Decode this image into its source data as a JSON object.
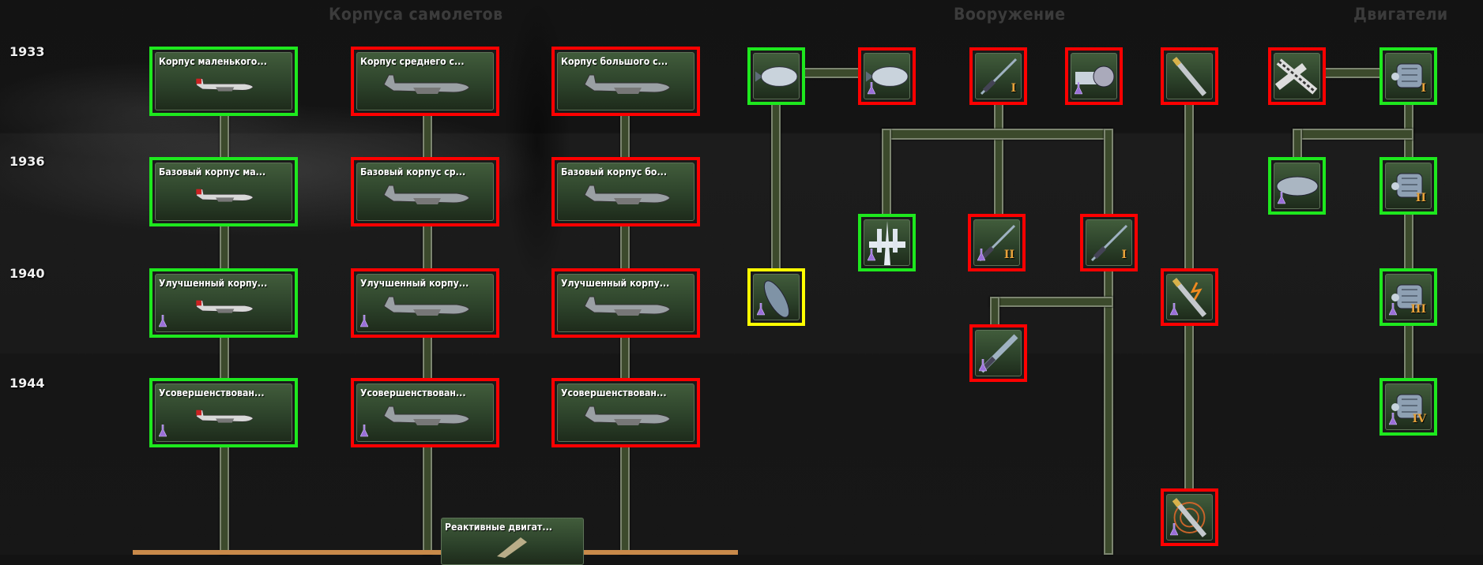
{
  "headers": {
    "hulls": "Корпуса самолетов",
    "armament": "Вооружение",
    "engines": "Двигатели"
  },
  "years": [
    "1933",
    "1936",
    "1940",
    "1944"
  ],
  "status_colors": {
    "researched": "#1ee81e",
    "locked": "#ff0000",
    "available": "#ffff00"
  },
  "hulls": [
    {
      "id": "h1",
      "label": "Корпус маленького...",
      "state": "researched",
      "flask": false,
      "icon": "small-plane-icon"
    },
    {
      "id": "h2",
      "label": "Корпус среднего с...",
      "state": "locked",
      "flask": false,
      "icon": "medium-plane-icon"
    },
    {
      "id": "h3",
      "label": "Корпус большого с...",
      "state": "locked",
      "flask": false,
      "icon": "large-plane-icon"
    },
    {
      "id": "h4",
      "label": "Базовый корпус ма...",
      "state": "researched",
      "flask": false,
      "icon": "small-plane-icon"
    },
    {
      "id": "h5",
      "label": "Базовый корпус ср...",
      "state": "locked",
      "flask": false,
      "icon": "medium-plane-icon"
    },
    {
      "id": "h6",
      "label": "Базовый корпус бо...",
      "state": "locked",
      "flask": false,
      "icon": "large-plane-icon"
    },
    {
      "id": "h7",
      "label": "Улучшенный корпу...",
      "state": "researched",
      "flask": true,
      "icon": "small-plane-icon"
    },
    {
      "id": "h8",
      "label": "Улучшенный корпу...",
      "state": "locked",
      "flask": true,
      "icon": "medium-plane-icon"
    },
    {
      "id": "h9",
      "label": "Улучшенный корпу...",
      "state": "locked",
      "flask": false,
      "icon": "large-plane-icon"
    },
    {
      "id": "h10",
      "label": "Усовершенствован...",
      "state": "researched",
      "flask": true,
      "icon": "small-plane-icon"
    },
    {
      "id": "h11",
      "label": "Усовершенствован...",
      "state": "locked",
      "flask": true,
      "icon": "medium-plane-icon"
    },
    {
      "id": "h12",
      "label": "Усовершенствован...",
      "state": "locked",
      "flask": false,
      "icon": "large-plane-icon"
    },
    {
      "id": "h13",
      "label": "Реактивные двигат...",
      "state": "none",
      "flask": false,
      "icon": "jet-engine-icon"
    }
  ],
  "techs": [
    {
      "id": "a1",
      "state": "researched",
      "flask": false,
      "roman": "",
      "icon": "bomb-icon"
    },
    {
      "id": "a2",
      "state": "locked",
      "flask": true,
      "roman": "",
      "icon": "bomb-icon"
    },
    {
      "id": "a3",
      "state": "locked",
      "flask": false,
      "roman": "I",
      "icon": "machine-gun-icon"
    },
    {
      "id": "a4",
      "state": "locked",
      "flask": true,
      "roman": "",
      "icon": "cannon-icon"
    },
    {
      "id": "a5",
      "state": "locked",
      "flask": false,
      "roman": "",
      "icon": "rocket-icon"
    },
    {
      "id": "e0",
      "state": "locked",
      "flask": false,
      "roman": "",
      "icon": "camo-plane-icon"
    },
    {
      "id": "e1",
      "state": "researched",
      "flask": false,
      "roman": "I",
      "icon": "engine-icon"
    },
    {
      "id": "e2",
      "state": "researched",
      "flask": true,
      "roman": "",
      "icon": "drop-tank-icon"
    },
    {
      "id": "e3",
      "state": "researched",
      "flask": false,
      "roman": "II",
      "icon": "engine-icon"
    },
    {
      "id": "a6",
      "state": "researched",
      "flask": true,
      "roman": "",
      "icon": "heavy-fighter-icon"
    },
    {
      "id": "a7",
      "state": "locked",
      "flask": true,
      "roman": "II",
      "icon": "machine-gun-icon"
    },
    {
      "id": "a8",
      "state": "locked",
      "flask": false,
      "roman": "I",
      "icon": "machine-gun-icon"
    },
    {
      "id": "a9",
      "state": "available",
      "flask": true,
      "roman": "",
      "icon": "torpedo-icon"
    },
    {
      "id": "a10",
      "state": "locked",
      "flask": true,
      "roman": "",
      "icon": "rocket-electric-icon"
    },
    {
      "id": "e4",
      "state": "researched",
      "flask": true,
      "roman": "III",
      "icon": "engine-icon"
    },
    {
      "id": "a11",
      "state": "locked",
      "flask": true,
      "roman": "",
      "icon": "heavy-cannon-icon"
    },
    {
      "id": "e5",
      "state": "researched",
      "flask": true,
      "roman": "IV",
      "icon": "engine-icon"
    },
    {
      "id": "a12",
      "state": "locked",
      "flask": true,
      "roman": "",
      "icon": "guided-rocket-icon"
    }
  ]
}
